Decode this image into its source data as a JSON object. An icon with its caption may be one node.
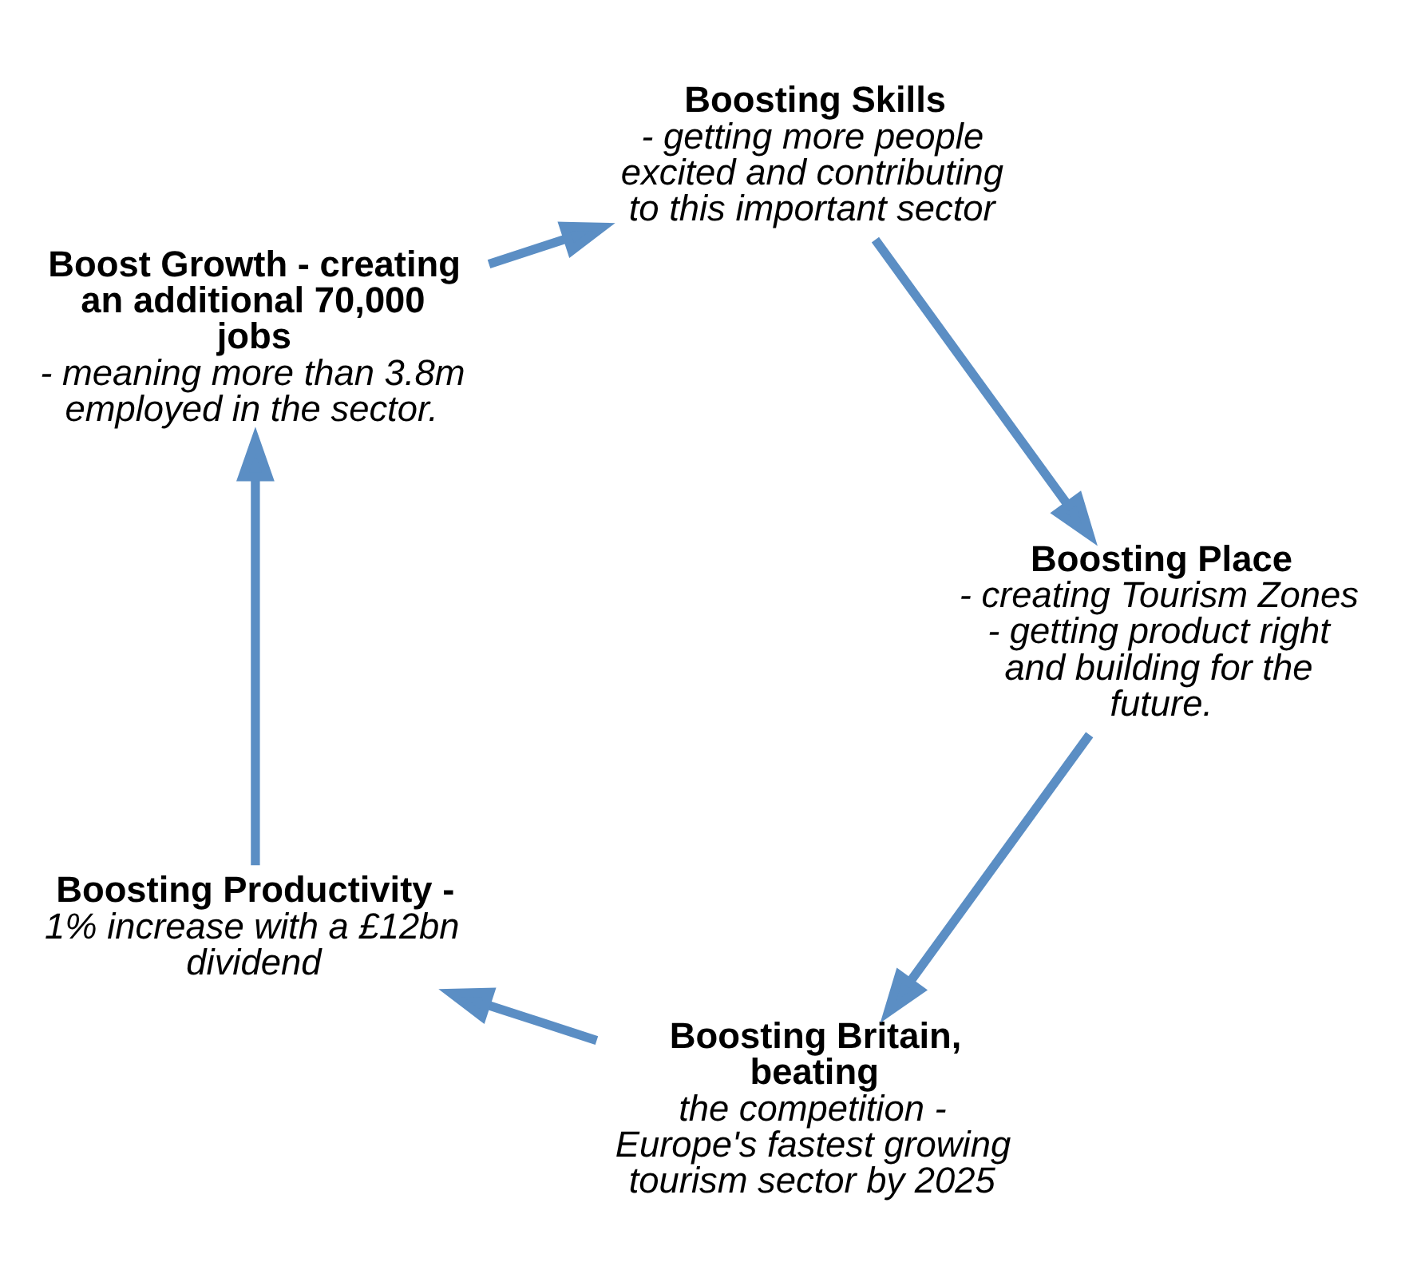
{
  "diagram": {
    "nodes": [
      {
        "text": [
          "Boosting Britain, beating",
          "the competition - Europe's fastest growing tourism sector by 2025"
        ]
      },
      {
        "text": [
          "Boosting Productivity -",
          "1% increase with a £12bn dividend"
        ]
      },
      {
        "text": [
          "Boosting Place",
          "- creating Tourism Zones - getting product right and building for the future."
        ]
      },
      {
        "text": [
          "Boost Growth - creating an additional 70,000 jobs",
          "- meaning more than 3.8m employed in the sector."
        ]
      },
      {
        "text": [
          "Boosting Skills",
          "- getting more people excited and contributing to this important sector"
        ]
      }
    ],
    "edges": [
      {
        "from": 0,
        "to": 1,
        "arrow": "to"
      },
      {
        "from": 1,
        "to": 3,
        "arrow": "to"
      },
      {
        "from": 3,
        "to": 4,
        "arrow": "to"
      },
      {
        "from": 4,
        "to": 2,
        "arrow": "to"
      },
      {
        "from": 2,
        "to": 0,
        "arrow": "to"
      }
    ]
  }
}
